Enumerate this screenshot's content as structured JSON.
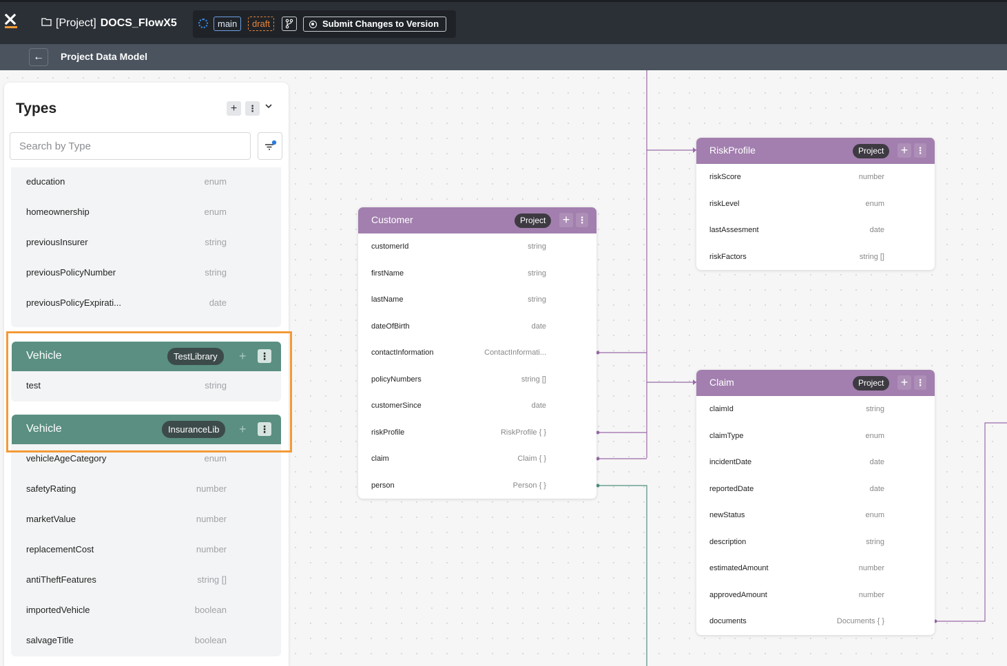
{
  "topbar": {
    "project_prefix": "[Project]",
    "project_name": "DOCS_FlowX5",
    "branch": "main",
    "status": "draft",
    "submit_label": "Submit Changes to Version"
  },
  "subheader": {
    "title": "Project Data Model"
  },
  "types_panel": {
    "title": "Types",
    "search_placeholder": "Search by Type",
    "top_fields": [
      {
        "name": "education",
        "type": "enum"
      },
      {
        "name": "homeownership",
        "type": "enum"
      },
      {
        "name": "previousInsurer",
        "type": "string"
      },
      {
        "name": "previousPolicyNumber",
        "type": "string"
      },
      {
        "name": "previousPolicyExpirati...",
        "type": "date"
      }
    ],
    "vehicle_test": {
      "name": "Vehicle",
      "library": "TestLibrary",
      "fields": [
        {
          "name": "test",
          "type": "string"
        }
      ]
    },
    "vehicle_insurance": {
      "name": "Vehicle",
      "library": "InsuranceLib",
      "fields": [
        {
          "name": "vehicleAgeCategory",
          "type": "enum"
        },
        {
          "name": "safetyRating",
          "type": "number"
        },
        {
          "name": "marketValue",
          "type": "number"
        },
        {
          "name": "replacementCost",
          "type": "number"
        },
        {
          "name": "antiTheftFeatures",
          "type": "string []"
        },
        {
          "name": "importedVehicle",
          "type": "boolean"
        },
        {
          "name": "salvageTitle",
          "type": "boolean"
        }
      ]
    }
  },
  "entities": {
    "customer": {
      "title": "Customer",
      "badge": "Project",
      "fields": [
        {
          "name": "customerId",
          "type": "string"
        },
        {
          "name": "firstName",
          "type": "string"
        },
        {
          "name": "lastName",
          "type": "string"
        },
        {
          "name": "dateOfBirth",
          "type": "date"
        },
        {
          "name": "contactInformation",
          "type": "ContactInformati..."
        },
        {
          "name": "policyNumbers",
          "type": "string []"
        },
        {
          "name": "customerSince",
          "type": "date"
        },
        {
          "name": "riskProfile",
          "type": "RiskProfile { }"
        },
        {
          "name": "claim",
          "type": "Claim { }"
        },
        {
          "name": "person",
          "type": "Person { }"
        }
      ]
    },
    "riskprofile": {
      "title": "RiskProfile",
      "badge": "Project",
      "fields": [
        {
          "name": "riskScore",
          "type": "number"
        },
        {
          "name": "riskLevel",
          "type": "enum"
        },
        {
          "name": "lastAssesment",
          "type": "date"
        },
        {
          "name": "riskFactors",
          "type": "string []"
        }
      ]
    },
    "claim": {
      "title": "Claim",
      "badge": "Project",
      "fields": [
        {
          "name": "claimId",
          "type": "string"
        },
        {
          "name": "claimType",
          "type": "enum"
        },
        {
          "name": "incidentDate",
          "type": "date"
        },
        {
          "name": "reportedDate",
          "type": "date"
        },
        {
          "name": "newStatus",
          "type": "enum"
        },
        {
          "name": "description",
          "type": "string"
        },
        {
          "name": "estimatedAmount",
          "type": "number"
        },
        {
          "name": "approvedAmount",
          "type": "number"
        },
        {
          "name": "documents",
          "type": "Documents { }"
        }
      ]
    }
  },
  "colors": {
    "topbar": "#2b3037",
    "entity_header": "#a27fae",
    "library_header": "#5a8f81",
    "highlight": "#f39a37",
    "connector_purple": "#9a6aa8",
    "connector_green": "#4f8f80"
  }
}
